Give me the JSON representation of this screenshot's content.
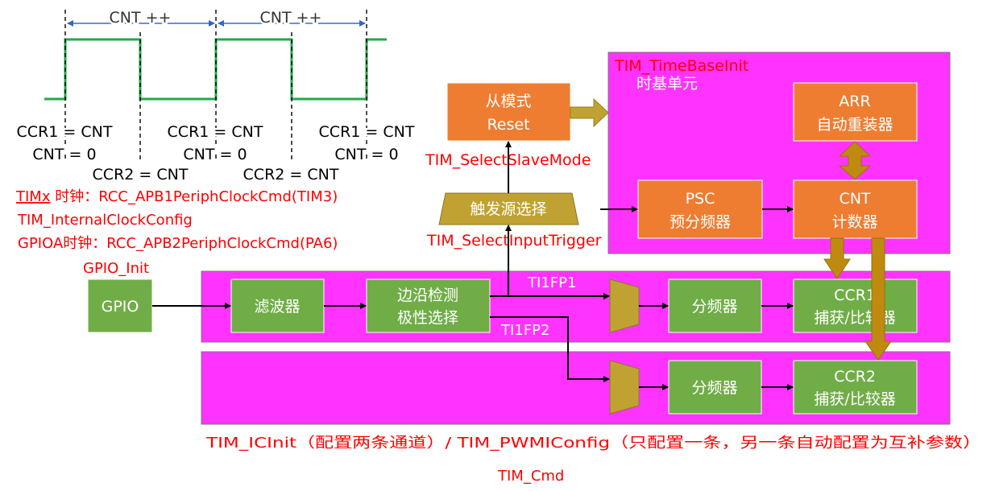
{
  "colors": {
    "magenta": "#ff33ff",
    "orange": "#ee7d31",
    "green": "#70ad47",
    "gold": "#c0a232",
    "signal": "#22a84a",
    "red": "#ff0000"
  },
  "waveform": {
    "cnt_label_1": "CNT ++",
    "cnt_label_2": "CNT ++",
    "ccr1_1": "CCR1 = CNT",
    "ccr1_2": "CCR1 = CNT",
    "ccr1_3": "CCR1 = CNT",
    "cnt0_1": "CNT = 0",
    "cnt0_2": "CNT = 0",
    "cnt0_3": "CNT = 0",
    "ccr2_1": "CCR2 = CNT",
    "ccr2_2": "CCR2 = CNT"
  },
  "notes": {
    "timx_clock_word": "TIMx",
    "timx_clock_rest": " 时钟：RCC_APB1PeriphClockCmd(TIM3)",
    "internal_clock": "TIM_InternalClockConfig",
    "gpioa_clock": "GPIOA时钟：RCC_APB2PeriphClockCmd(PA6)",
    "gpio_init": "GPIO_Init",
    "slave_mode_fn": "TIM_SelectSlaveMode",
    "input_trigger_fn": "TIM_SelectInputTrigger",
    "timebase_fn": "TIM_TimeBaseInit",
    "ic_init": "TIM_ICInit（配置两条通道）/ TIM_PWMIConfig（只配置一条，另一条自动配置为互补参数）",
    "tim_cmd": "TIM_Cmd"
  },
  "blocks": {
    "timebase_title": "时基单元",
    "slave_line1": "从模式",
    "slave_line2": "Reset",
    "trigger": "触发源选择",
    "arr_line1": "ARR",
    "arr_line2": "自动重装器",
    "psc_line1": "PSC",
    "psc_line2": "预分频器",
    "cnt_line1": "CNT",
    "cnt_line2": "计数器",
    "gpio": "GPIO",
    "filter": "滤波器",
    "edge_line1": "边沿检测",
    "edge_line2": "极性选择",
    "div1": "分频器",
    "div2": "分频器",
    "ccr1_line1": "CCR1",
    "ccr1_line2": "捕获/比较器",
    "ccr2_line1": "CCR2",
    "ccr2_line2": "捕获/比较器"
  },
  "signals": {
    "ti1fp1": "TI1FP1",
    "ti1fp2": "TI1FP2"
  }
}
